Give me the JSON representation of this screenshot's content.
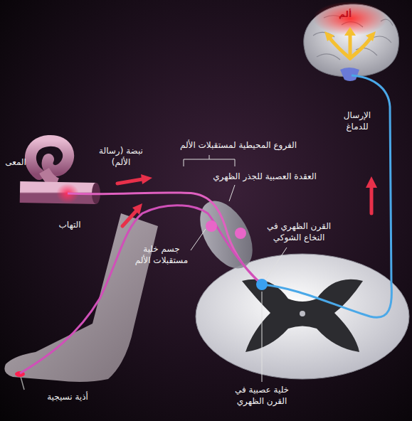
{
  "diagram": {
    "labels": [
      "ألم",
      "الفروع المحيطية لمستقبلات الألم",
      "نبضة (رسالة الألم)",
      "الإرسال للدماغ",
      "المعى",
      "العقدة العصبية للجذر الظهري",
      "التهاب",
      "القرن الظهري في النخاع الشوكي",
      "جسم خلية مستقبلات الألم",
      "خلية عصبية في القرن الظهري",
      "أذية نسيجية"
    ]
  }
}
